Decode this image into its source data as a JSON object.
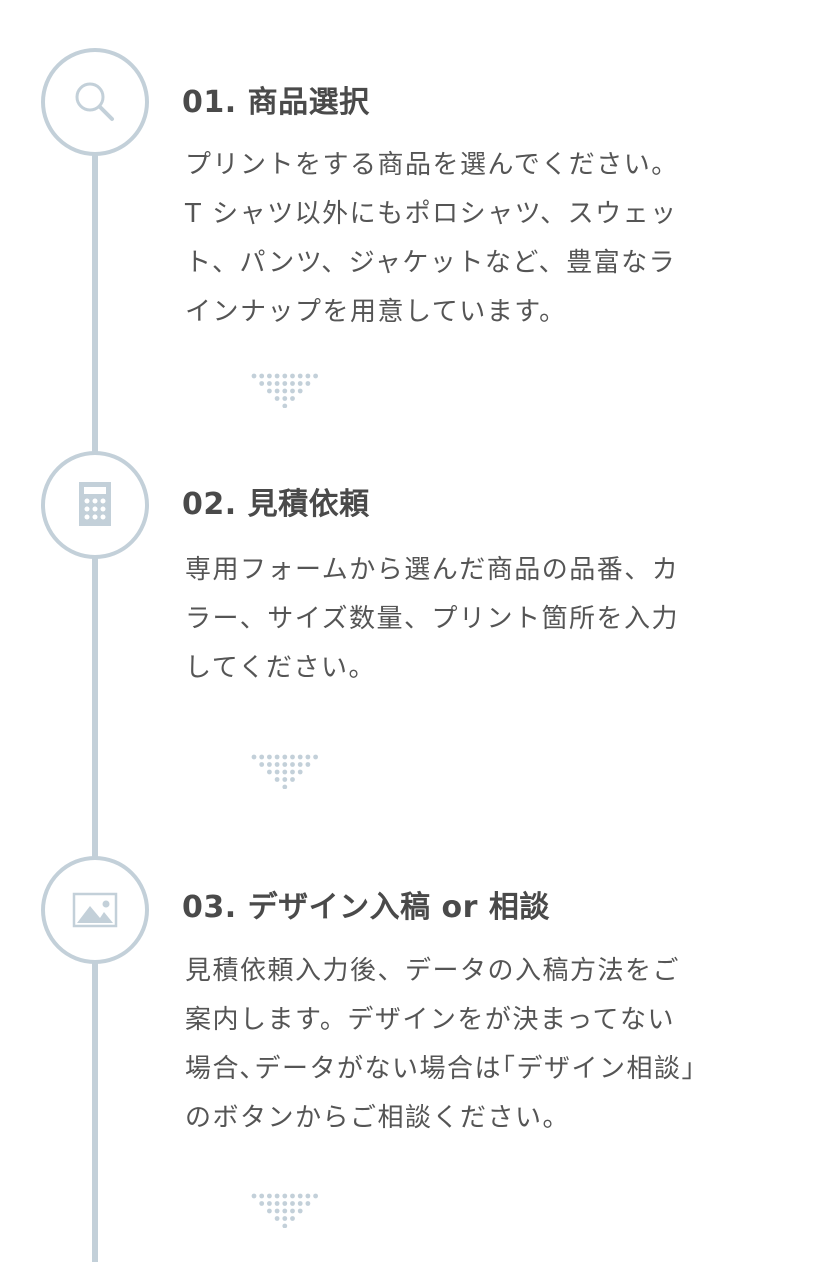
{
  "colors": {
    "accent": "#c3d0d9",
    "title": "#4a4a4a",
    "text": "#555555"
  },
  "steps": [
    {
      "icon": "search-icon",
      "title": "01. 商品選択",
      "lines": [
        "プリントをする商品を選んでください。",
        "T シャツ以外にもポロシャツ、スウェッ",
        "ト、パンツ、ジャケットなど、豊富なラ",
        "インナップを用意しています。"
      ]
    },
    {
      "icon": "calculator-icon",
      "title": "02. 見積依頼",
      "lines": [
        "専用フォームから選んだ商品の品番、カ",
        "ラー、サイズ数量、プリント箇所を入力",
        "してください。"
      ]
    },
    {
      "icon": "image-icon",
      "title": "03. デザイン入稿 or 相談",
      "lines": [
        "見積依頼入力後、データの入稿方法をご",
        "案内します。デザインをが決まってない",
        "場合､データがない場合は｢デザイン相談｣",
        "のボタンからご相談ください。"
      ]
    }
  ]
}
